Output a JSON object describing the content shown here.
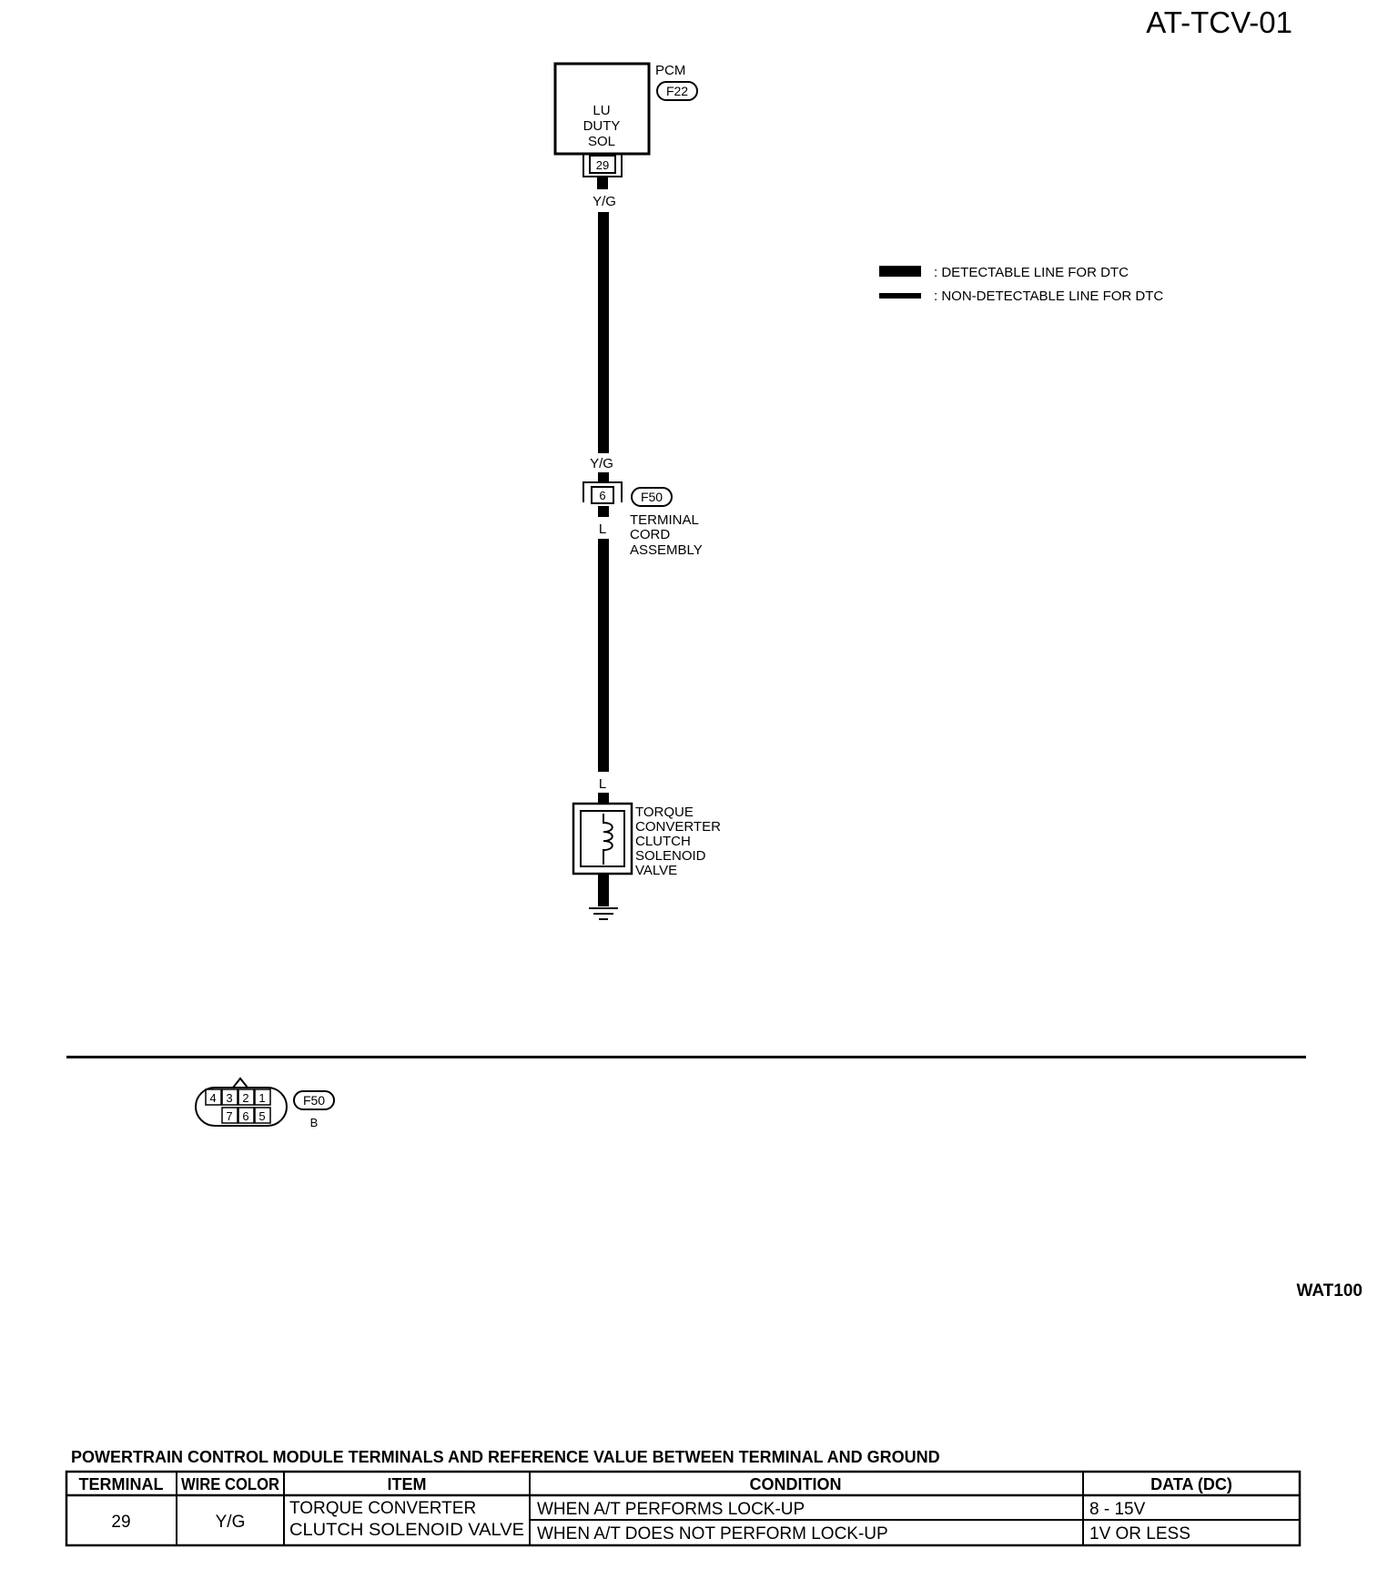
{
  "title": "AT-TCV-01",
  "pcm": {
    "label": "PCM",
    "connector": "F22",
    "box_lines": [
      "LU",
      "DUTY",
      "SOL"
    ],
    "terminal": "29",
    "wire_color_top": "Y/G"
  },
  "legend": {
    "detectable": ": DETECTABLE LINE FOR DTC",
    "non_detectable": ": NON-DETECTABLE LINE FOR DTC"
  },
  "terminal_cord": {
    "wire_color_in": "Y/G",
    "terminal": "6",
    "connector": "F50",
    "label_lines": [
      "TERMINAL",
      "CORD",
      "ASSEMBLY"
    ],
    "wire_color_out": "L"
  },
  "solenoid": {
    "wire_color_in": "L",
    "label_lines": [
      "TORQUE",
      "CONVERTER",
      "CLUTCH",
      "SOLENOID",
      "VALVE"
    ]
  },
  "connector_view": {
    "top_row": [
      "4",
      "3",
      "2",
      "1"
    ],
    "bottom_row": [
      "7",
      "6",
      "5"
    ],
    "code": "F50",
    "color": "B"
  },
  "ref_code": "WAT100",
  "table": {
    "title": "POWERTRAIN CONTROL MODULE TERMINALS AND REFERENCE VALUE BETWEEN TERMINAL AND GROUND",
    "headers": [
      "TERMINAL",
      "WIRE COLOR",
      "ITEM",
      "CONDITION",
      "DATA (DC)"
    ],
    "terminal": "29",
    "wire_color": "Y/G",
    "item_lines": [
      "TORQUE CONVERTER",
      "CLUTCH SOLENOID VALVE"
    ],
    "rows": [
      {
        "condition": "WHEN A/T PERFORMS LOCK-UP",
        "data": "8 - 15V"
      },
      {
        "condition": "WHEN A/T DOES NOT PERFORM LOCK-UP",
        "data": "1V OR LESS"
      }
    ]
  }
}
